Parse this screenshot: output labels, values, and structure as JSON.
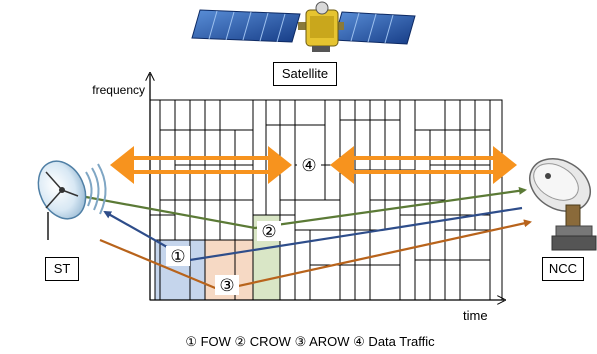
{
  "labels": {
    "satellite": "Satellite",
    "st": "ST",
    "ncc": "NCC",
    "frequency_axis": "frequency",
    "time_axis": "time",
    "marker_fow": "①",
    "marker_crow": "②",
    "marker_arow": "③",
    "marker_data": "④"
  },
  "caption": "① FOW ② CROW ③ AROW ④ Data Traffic",
  "colors": {
    "fow": "#2e4d8a",
    "crow": "#5b7a36",
    "arow": "#b8631b",
    "data_traffic": "#f7931e",
    "fow_fill": "#c5d5ec",
    "crow_fill": "#d9e6c6",
    "arow_fill": "#f6d9c4"
  },
  "icons": [
    "satellite-icon",
    "st-dish-antenna-icon",
    "ncc-dish-antenna-icon"
  ]
}
